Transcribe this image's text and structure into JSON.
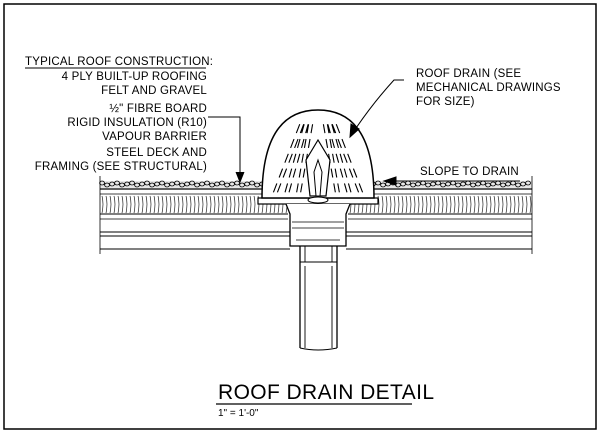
{
  "construction": {
    "heading": "TYPICAL ROOF CONSTRUCTION:",
    "layers": [
      "4 PLY BUILT-UP ROOFING",
      "FELT AND GRAVEL",
      "½\" FIBRE BOARD",
      "RIGID INSULATION (R10)",
      "VAPOUR BARRIER",
      "STEEL DECK AND",
      "FRAMING (SEE STRUCTURAL)"
    ]
  },
  "roof_drain_note": {
    "lines": [
      "ROOF DRAIN (SEE",
      "MECHANICAL DRAWINGS",
      "FOR SIZE)"
    ]
  },
  "slope_note": "SLOPE TO DRAIN",
  "title_block": {
    "title": "ROOF DRAIN DETAIL",
    "scale": "1\" = 1'-0\""
  },
  "colors": {
    "line": "#000000",
    "background": "#ffffff"
  }
}
